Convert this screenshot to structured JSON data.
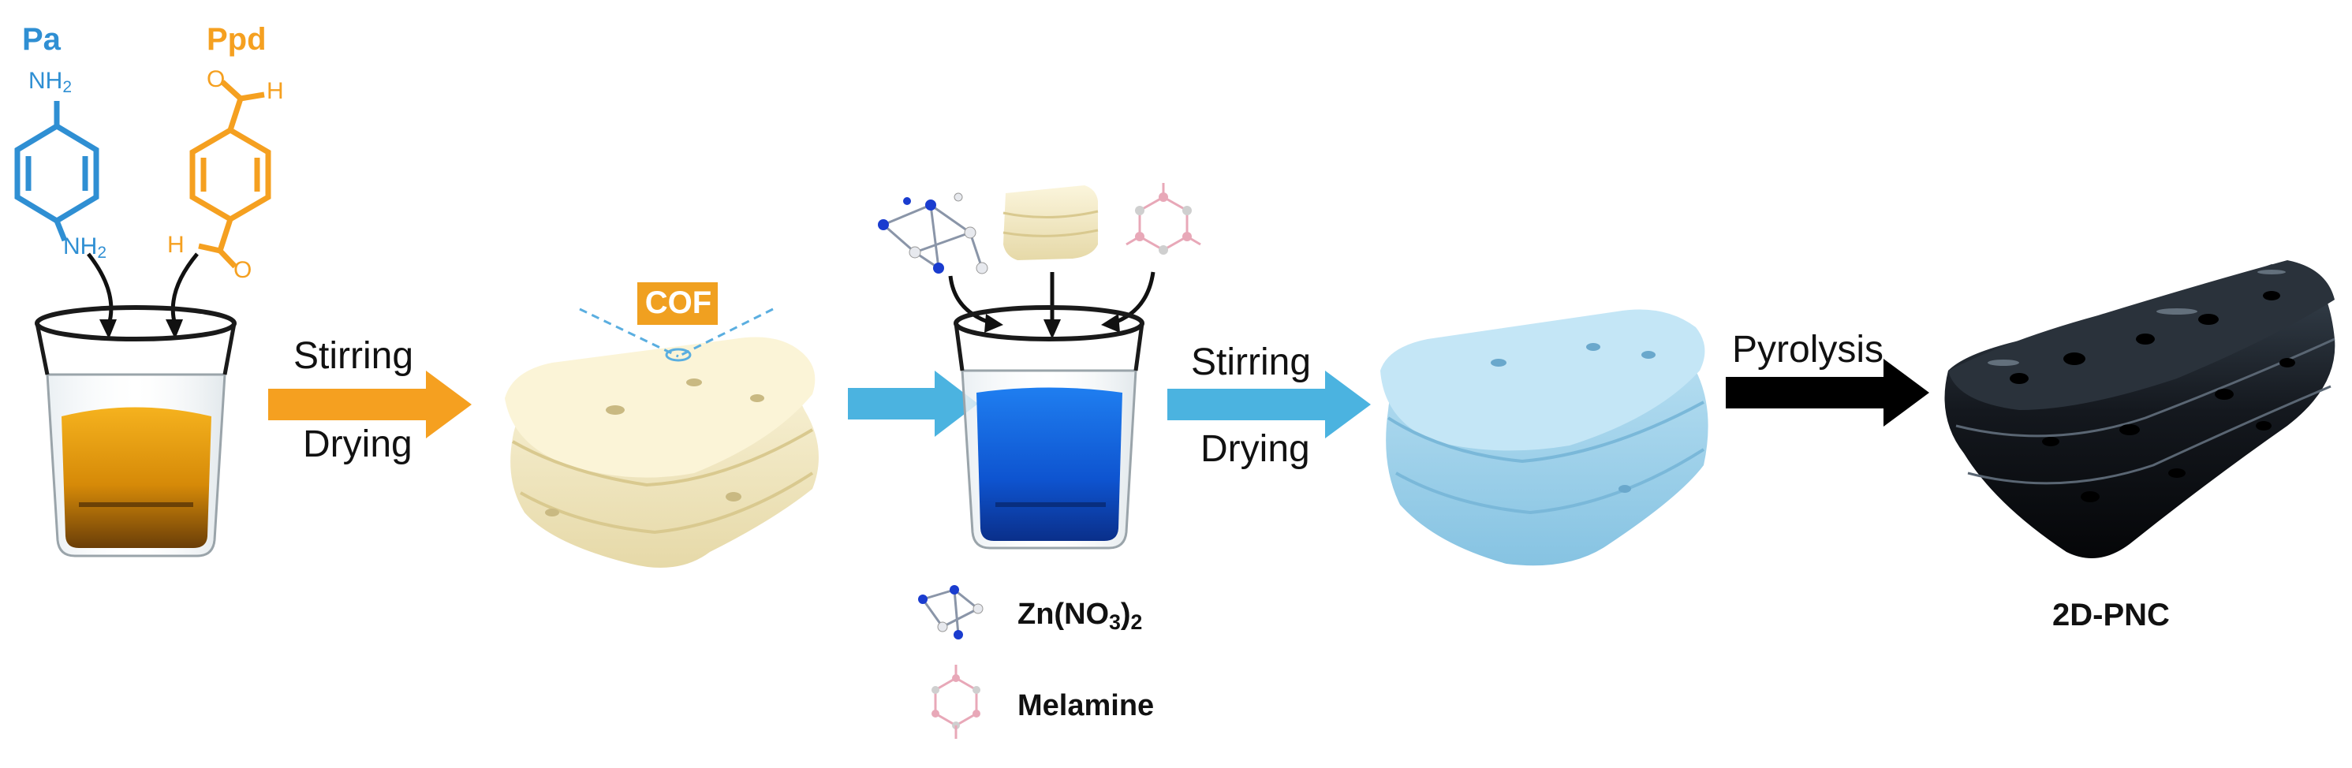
{
  "reagents": {
    "pa": {
      "name": "Pa",
      "nh2_top": "NH",
      "nh2_bottom": "NH",
      "sub": "2",
      "color": "#2f8fd3"
    },
    "ppd": {
      "name": "Ppd",
      "color": "#f5a020"
    }
  },
  "cof_label": "COF",
  "steps": {
    "first": {
      "top": "Stirring",
      "bottom": "Drying"
    },
    "second": {
      "top": "Stirring",
      "bottom": "Drying"
    },
    "third": {
      "top": "Pyrolysis"
    }
  },
  "legend": {
    "zinc": {
      "prefix": "Zn(NO",
      "sub1": "3",
      "mid": ")",
      "sub2": "2"
    },
    "melamine": "Melamine"
  },
  "product": "2D-PNC",
  "colors": {
    "orange_arrow": "#f5a020",
    "blue_arrow": "#4bb3e0",
    "black_arrow": "#000000",
    "cof_bg": "#f0a020",
    "cream_cof": "#f4ebc8",
    "light_blue_cof": "#9fd2ea",
    "blue_solution": "#1260d8",
    "amber_solution": "#d98a0a",
    "carbon": "#14181e"
  }
}
